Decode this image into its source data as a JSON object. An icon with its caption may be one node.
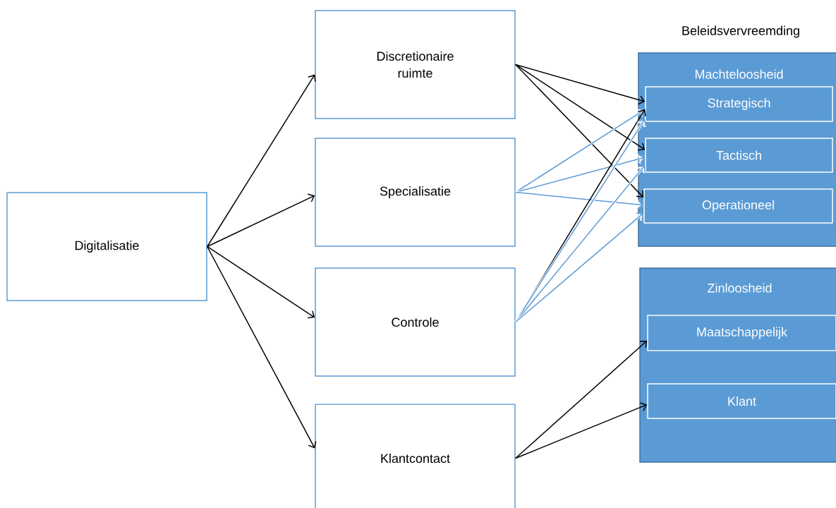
{
  "diagram": {
    "nodes": [
      {
        "text": [
          "Digitalisatie"
        ]
      },
      {
        "text": [
          "Discretionaire ruimte"
        ]
      },
      {
        "text": [
          "Specialisatie"
        ]
      },
      {
        "text": [
          "Controle"
        ]
      },
      {
        "text": [
          "Klantcontact"
        ]
      },
      {
        "text": [
          "Machteloosheid"
        ]
      },
      {
        "text": [
          "Strategisch"
        ],
        "in": 5
      },
      {
        "text": [
          "Tactisch"
        ],
        "in": 5
      },
      {
        "text": [
          "Operationeel"
        ],
        "in": 5
      },
      {
        "text": [
          "Zinloosheid"
        ]
      },
      {
        "text": [
          "Maatschappelijk"
        ],
        "in": 9
      },
      {
        "text": [
          "Klant"
        ],
        "in": 9
      }
    ],
    "edges": [
      {
        "from": 0,
        "to": 1,
        "arrow": "to"
      },
      {
        "from": 0,
        "to": 2,
        "arrow": "to"
      },
      {
        "from": 0,
        "to": 3,
        "arrow": "to"
      },
      {
        "from": 0,
        "to": 4,
        "arrow": "to"
      },
      {
        "from": 1,
        "to": 6,
        "arrow": "to"
      },
      {
        "from": 1,
        "to": 7,
        "arrow": "to"
      },
      {
        "from": 1,
        "to": 8,
        "arrow": "to"
      },
      {
        "from": 2,
        "to": 6,
        "arrow": "to",
        "color": "#5b9bd5"
      },
      {
        "from": 2,
        "to": 7,
        "arrow": "to",
        "color": "#5b9bd5"
      },
      {
        "from": 2,
        "to": 8,
        "arrow": "to",
        "color": "#5b9bd5"
      },
      {
        "from": 3,
        "to": 6,
        "arrow": "to"
      },
      {
        "from": 3,
        "to": 6,
        "arrow": "to",
        "color": "#5b9bd5"
      },
      {
        "from": 3,
        "to": 7,
        "arrow": "to",
        "color": "#5b9bd5"
      },
      {
        "from": 3,
        "to": 8,
        "arrow": "to",
        "color": "#5b9bd5"
      },
      {
        "from": 4,
        "to": 10,
        "arrow": "to"
      },
      {
        "from": 4,
        "to": 11,
        "arrow": "to"
      }
    ],
    "labels": [
      "Beleidsvervreemding"
    ]
  }
}
